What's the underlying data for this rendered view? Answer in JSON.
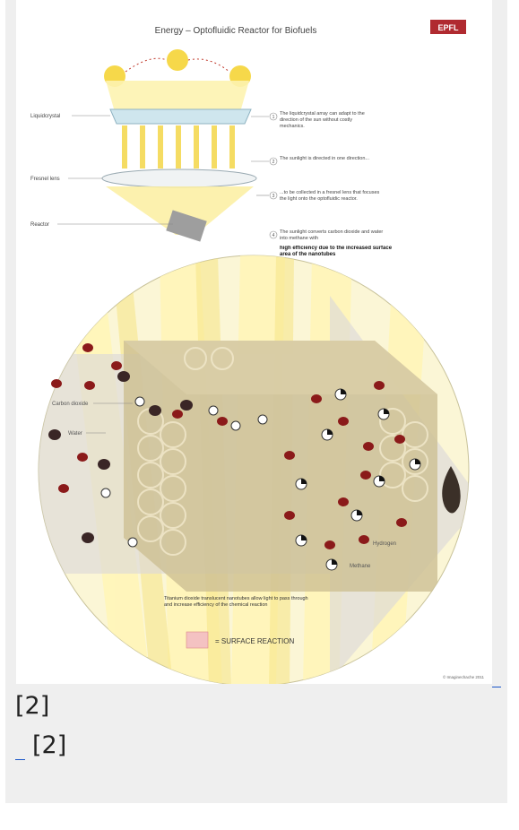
{
  "figure": {
    "title": "Energy – Optofluidic Reactor for Biofuels",
    "logo_text": "EPFL",
    "left_labels": [
      "Liquidcrystal",
      "Fresnel lens",
      "Reactor"
    ],
    "steps": [
      {
        "num": "1",
        "text": "The liquidcrystal array can adapt to the direction of the sun without costly mechanics."
      },
      {
        "num": "2",
        "text": "The sunlight is directed in one direction..."
      },
      {
        "num": "3",
        "text": "...to be collected in a fresnel lens that focuses the light onto the optofluidic reactor."
      },
      {
        "num": "4",
        "text": "The sunlight converts carbon dioxide and water into methane with"
      }
    ],
    "highlight": "high efficiency due to the increased surface area of the nanotubes",
    "circle_labels": {
      "carbon_dioxide": "Carbon dioxide",
      "water": "Water",
      "hydrogen": "Hydrogen",
      "methane": "Methane"
    },
    "bottom_note": "Titanium dioxide translucent nanotubes allow light to pass through and increase efficiency of the chemical reaction",
    "legend_text": "= SURFACE REACTION",
    "credit": "© Imaginechache 2011"
  },
  "refs": {
    "first": "[2]",
    "second": "[2]"
  }
}
